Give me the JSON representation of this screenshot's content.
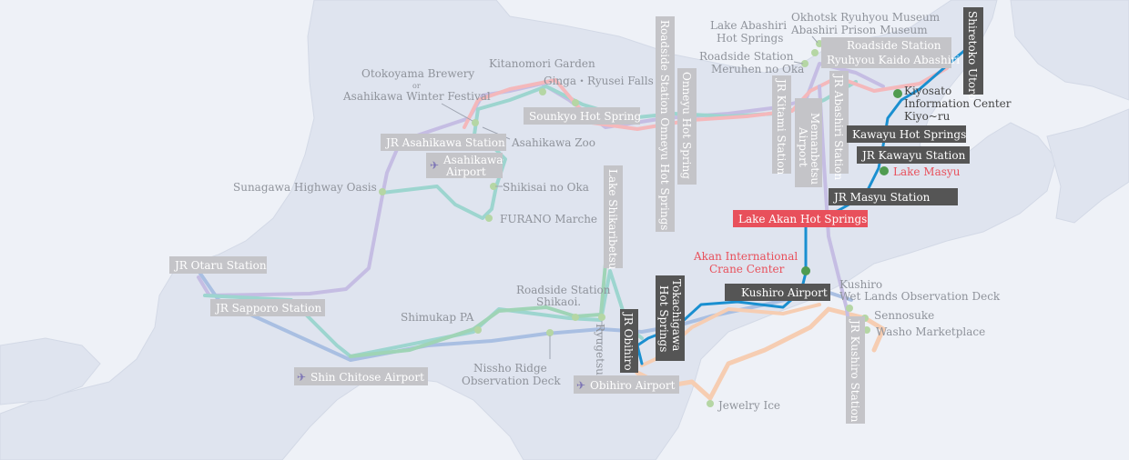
{
  "colors": {
    "sea": "#eef1f7",
    "land": "#dfe4ef",
    "route_blue": "#1a8fd0",
    "route_pastel_blue": "#a9bfe2",
    "route_teal": "#9dd5cf",
    "route_green": "#9fd4b6",
    "route_pink": "#f4b8bb",
    "route_peach": "#f6cdb2",
    "route_lavender": "#c5bde3",
    "label_gray": "#c4c4c8",
    "label_dark": "#555555",
    "label_red": "#e8505b",
    "dot_green": "#b5d6a4",
    "dot_dark_green": "#4f9b50",
    "airport_purple": "#b7aedb",
    "airport_dark": "#5a5393"
  },
  "stations": {
    "otaru": "JR Otaru Station",
    "sapporo": "JR Sapporo Station",
    "asahikawa": "JR Asahikawa Station",
    "obihiro": "JR Obihiro",
    "kitami": "JR Kitami Station",
    "abashiri": "JR Abashiri Station",
    "kushiro": "JR Kushiro Station",
    "masyu": "JR Masyu Station",
    "kawayu": "JR Kawayu Station"
  },
  "airports": {
    "shin_chitose": "Shin Chitose Airport",
    "asahikawa_line1": "Asahikawa",
    "asahikawa_line2": "Airport",
    "obihiro": "Obihiro Airport",
    "kushiro": "Kushiro Airport",
    "memanbetsu_line1": "Memanbetsu",
    "memanbetsu_line2": "Airport"
  },
  "spots": {
    "sounkyo": "Sounkyo Hot Spring",
    "onneyu_hot_spring": "Onneyu Hot Spring",
    "roadside_onneyu": "Roadside Station Onneyu Hot Springs",
    "lake_shikaribetsu": "Lake Shikaribetsu",
    "tokachigawa_line1": "Tokachigawa",
    "tokachigawa_line2": "Hot Springs",
    "kawayu_hot_springs": "Kawayu Hot Springs",
    "lake_akan": "Lake Akan Hot Springs",
    "lake_masyu": "Lake Masyu",
    "shiretoko": "Shiretoko Utoro",
    "ryuhyou_line1": "Roadside Station",
    "ryuhyou_line2": "Ryuhyou Kaido Abashiri",
    "otokoyama": "Otokoyama Brewery",
    "or": "or",
    "winter_festival": "Asahikawa Winter Festival",
    "kitanomori": "Kitanomori Garden",
    "ginga": "Ginga・Ryusei Falls",
    "asahikawa_zoo": "Asahikawa Zoo",
    "shikisai": "Shikisai no Oka",
    "furano": "FURANO Marche",
    "sunagawa": "Sunagawa Highway Oasis",
    "shimukap": "Shimukap PA",
    "shikaoi_line1": "Roadside Station",
    "shikaoi_line2": "Shikaoi.",
    "ryugetsu": "Ryugetsu",
    "nissho_line1": "Nissho Ridge",
    "nissho_line2": "Observation Deck",
    "jewelry_ice": "Jewelry Ice",
    "akan_crane_line1": "Akan International",
    "akan_crane_line2": "Crane Center",
    "kushiro_wetlands_line1": "Kushiro",
    "kushiro_wetlands_line2": "Wet Lands Observation Deck",
    "sennosuke": "Sennosuke",
    "washo": "Washo Marketplace",
    "kiyosato_line1": "Kiyosato",
    "kiyosato_line2": "Information Center",
    "kiyosato_line3": "Kiyo~ru",
    "lake_abashiri_line1": "Lake Abashiri",
    "lake_abashiri_line2": "Hot Springs",
    "okhotsk_museum": "Okhotsk Ryuhyou Museum",
    "prison_museum": "Abashiri Prison Museum",
    "meruhen_line1": "Roadside Station",
    "meruhen_line2": "Meruhen no Oka"
  }
}
